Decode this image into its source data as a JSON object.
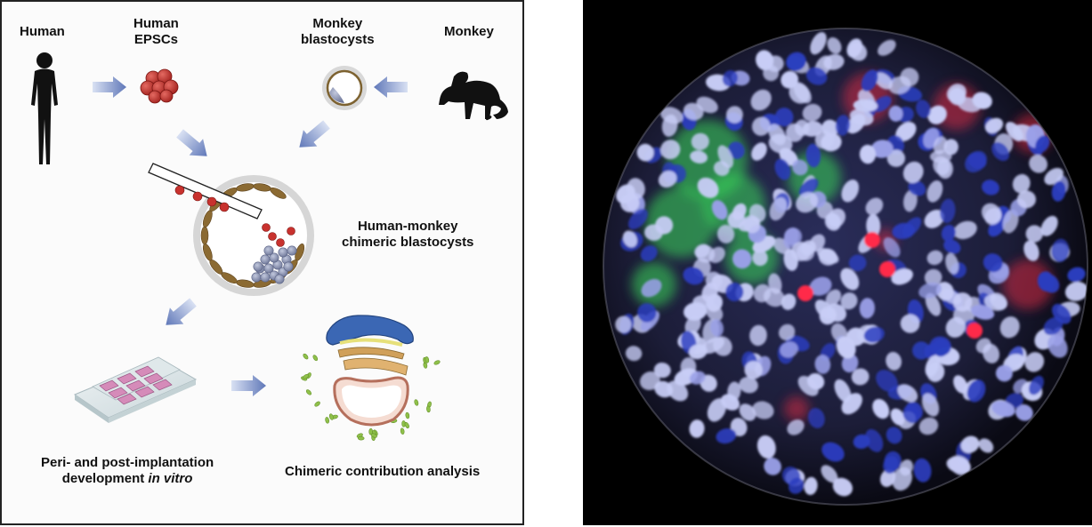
{
  "diagram": {
    "labels": {
      "human": "Human",
      "human_epscs_line1": "Human",
      "human_epscs_line2": "EPSCs",
      "monkey_blastocysts_line1": "Monkey",
      "monkey_blastocysts_line2": "blastocysts",
      "monkey": "Monkey",
      "chimeric_line1": "Human-monkey",
      "chimeric_line2": "chimeric blastocysts",
      "dev_line1": "Peri- and post-implantation",
      "dev_line2_prefix": "development ",
      "dev_line2_italic": "in vitro",
      "analysis": "Chimeric contribution analysis"
    }
  },
  "colors": {
    "arrow": "#6f86c0",
    "human_cell": "#c8322e",
    "monkey_silhouette": "#111111",
    "trophectoderm": "#8b6a32",
    "inner_cell_mass": "#8a93b3",
    "culture_well": "#d58bb9",
    "epiblast": "#3b67b4",
    "yolk_sac": "#c9886f",
    "green_cells": "#8fc04a"
  },
  "micrograph": {
    "stain_colors": [
      "#c8cdf6",
      "#2b3dbe",
      "#38d85a",
      "#ff2b48"
    ]
  }
}
